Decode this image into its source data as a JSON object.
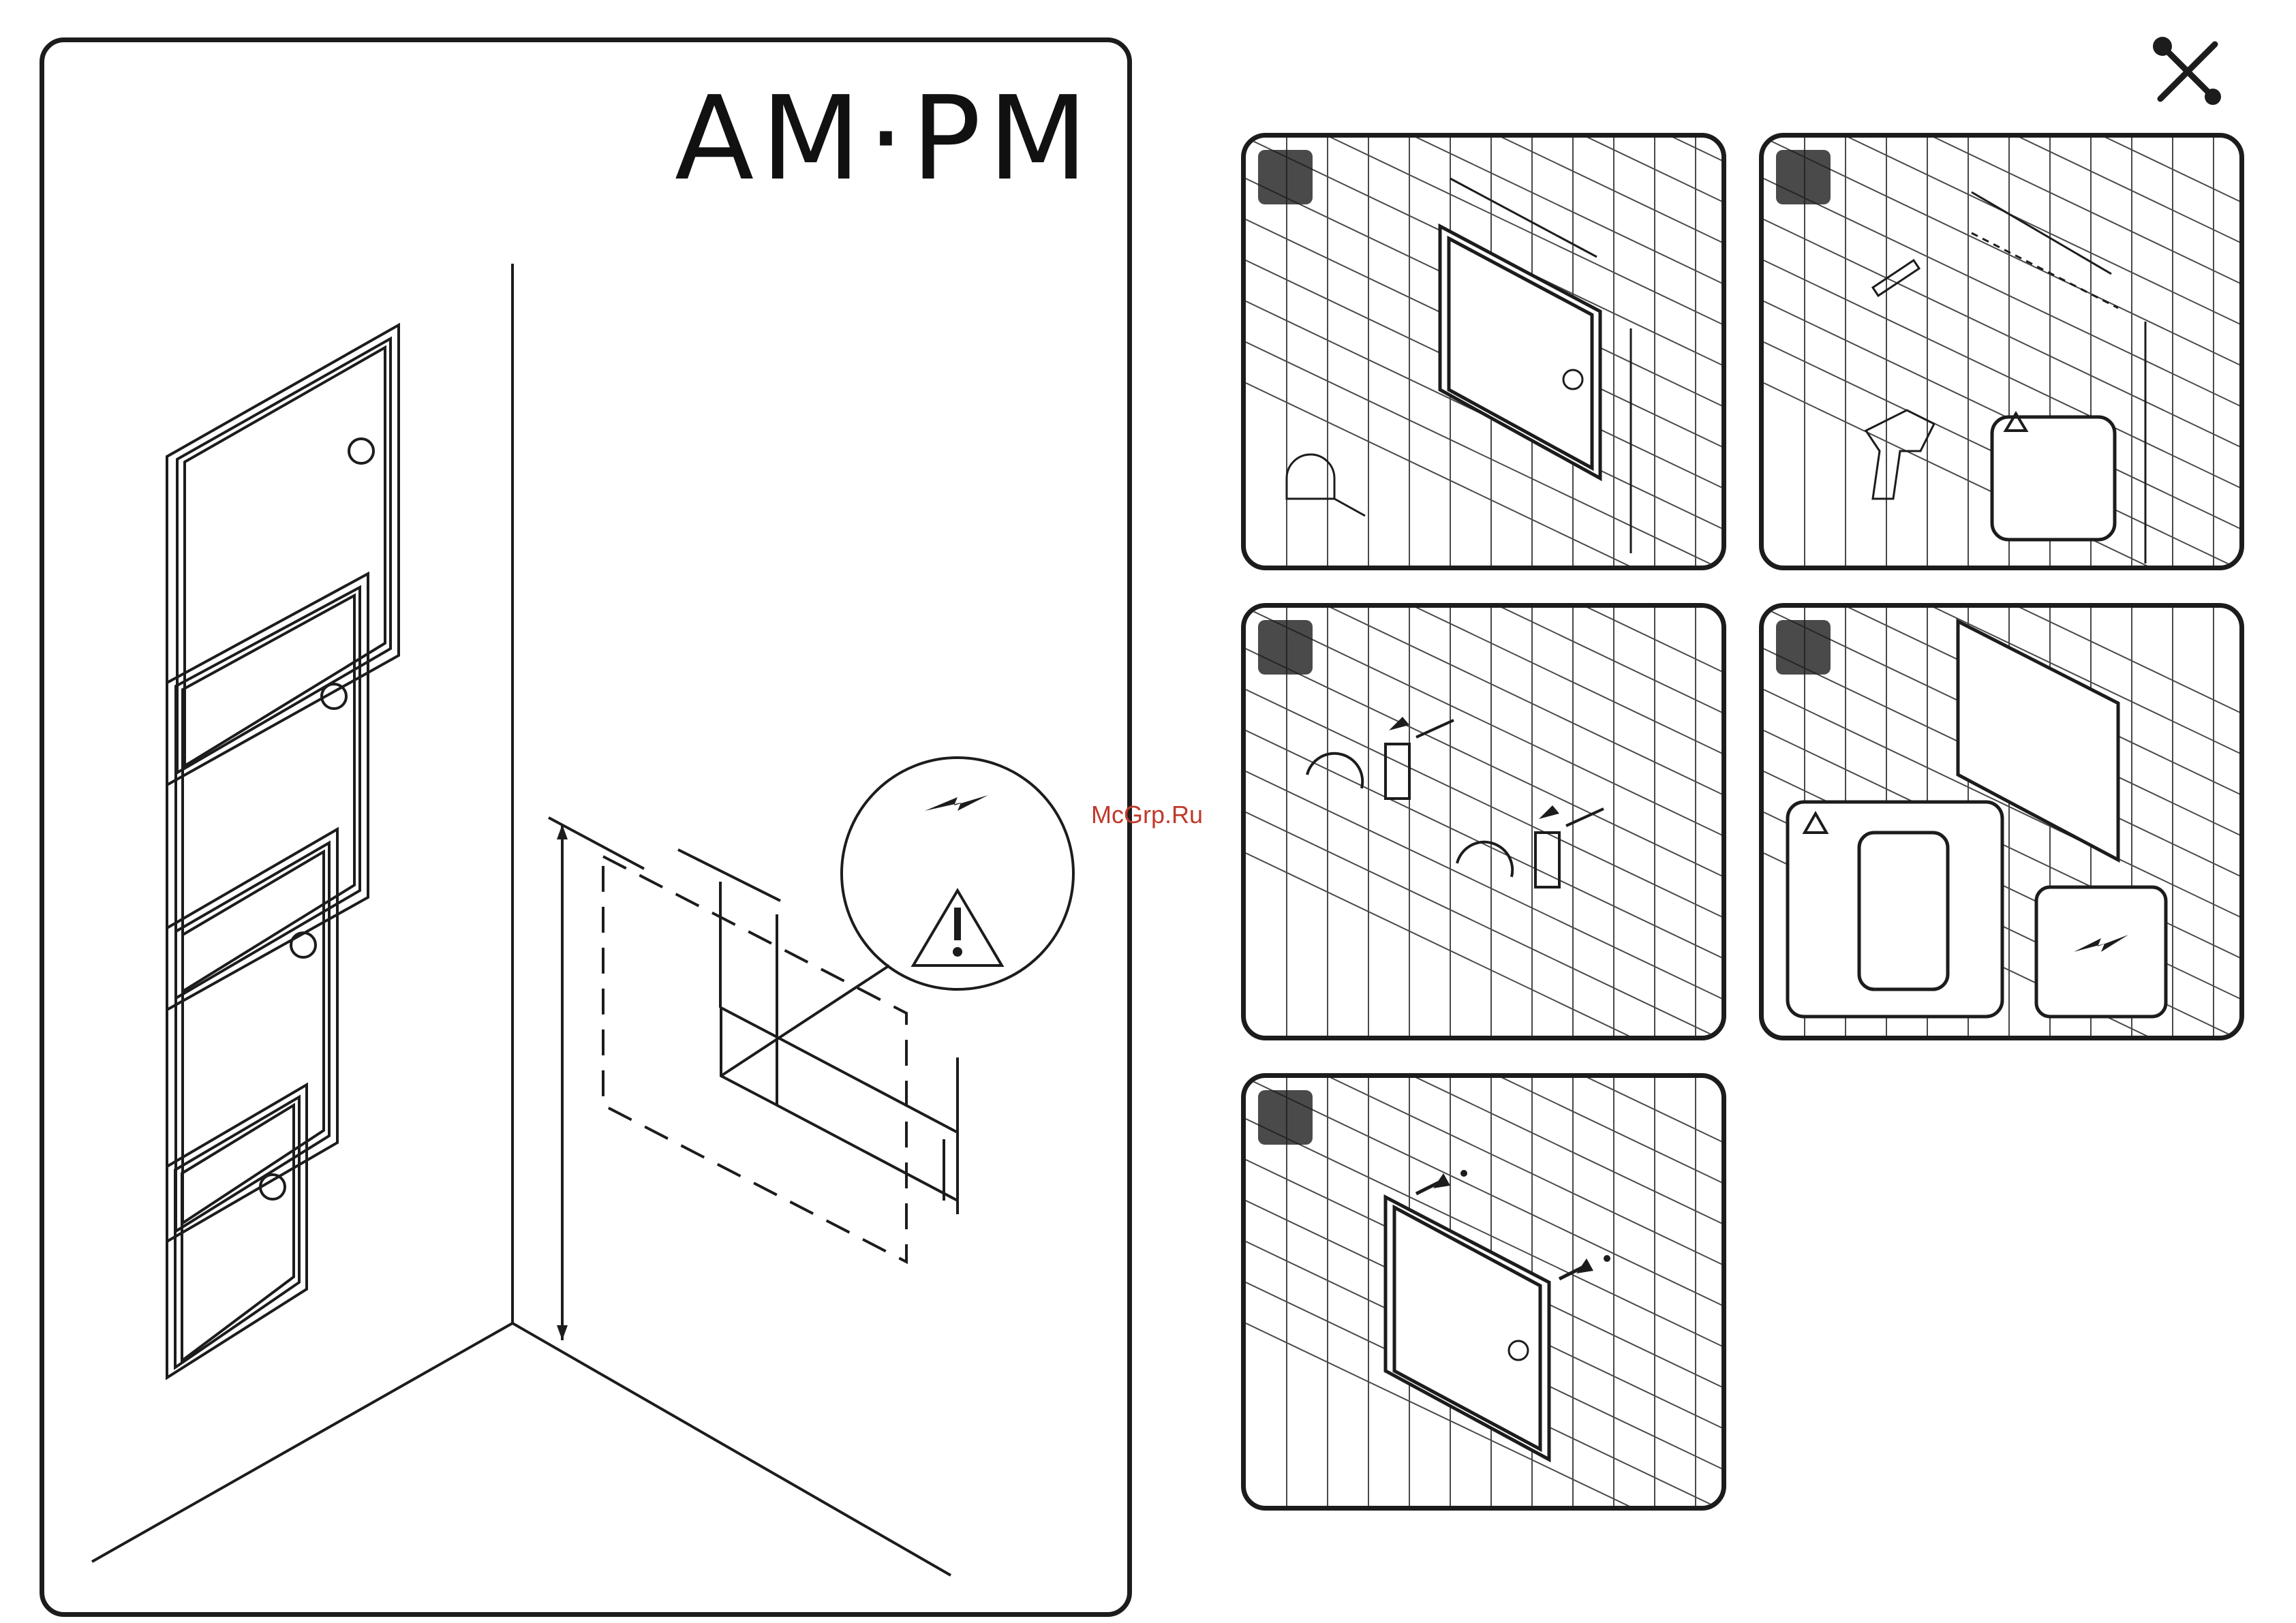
{
  "brand": {
    "logo_text": "AM·PM"
  },
  "watermark": {
    "text": "McGrp.Ru"
  },
  "icons": {
    "tools": "tools-icon",
    "warning": "warning-icon",
    "electricity": "lightning-icon",
    "tape_measure": "tape-measure-icon",
    "pencil": "pencil-icon",
    "drill": "drill-icon",
    "switch": "power-switch-icon"
  },
  "steps": [
    {
      "id": 1,
      "content": "measure-and-mark"
    },
    {
      "id": 2,
      "content": "drill-holes"
    },
    {
      "id": 3,
      "content": "insert-anchors-and-screws"
    },
    {
      "id": 4,
      "content": "connect-power"
    },
    {
      "id": 5,
      "content": "hang-mirror"
    }
  ],
  "colors": {
    "line": "#1c1c1c",
    "badge": "#4a4a4a",
    "watermark": "#c0392b"
  }
}
